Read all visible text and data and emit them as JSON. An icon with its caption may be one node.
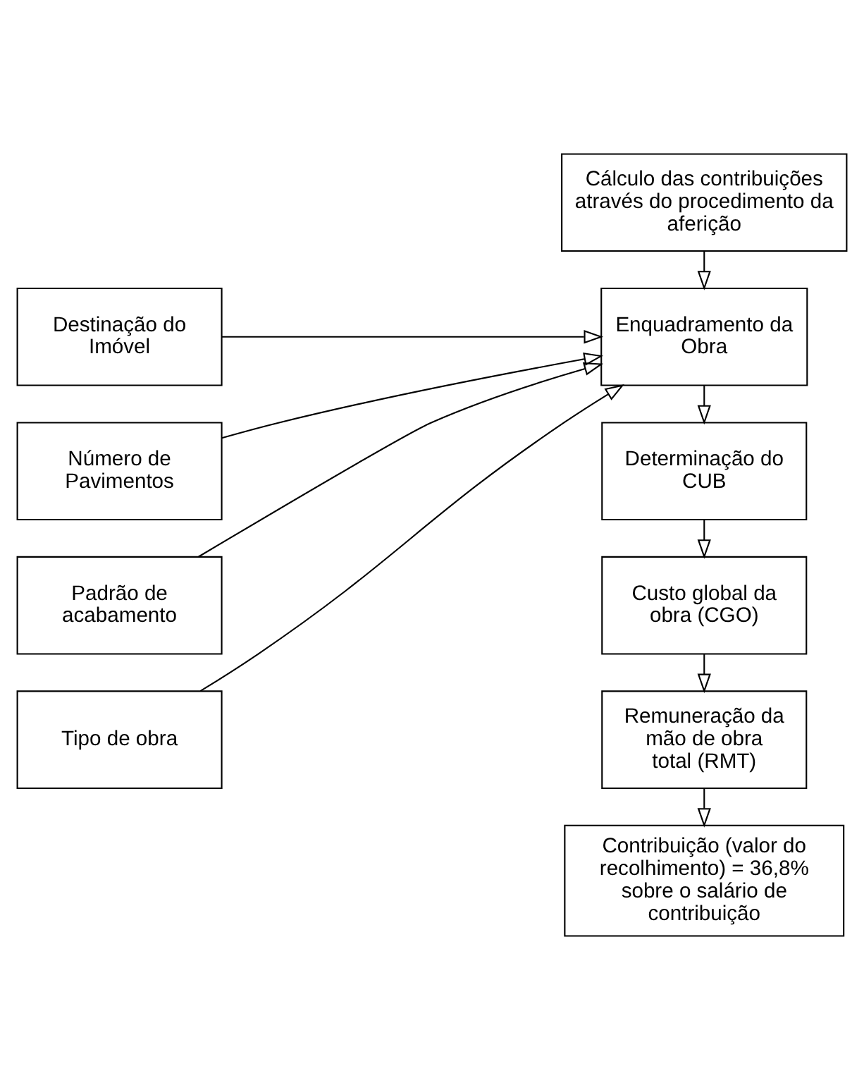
{
  "diagram": {
    "nodes": [
      {
        "text": [
          "Cálculo das contribuições através do procedimento da aferição"
        ]
      },
      {
        "text": [
          "Enquadramento da Obra"
        ]
      },
      {
        "text": [
          "Determinação do CUB"
        ]
      },
      {
        "text": [
          "Custo global da obra (CGO)"
        ]
      },
      {
        "text": [
          "Remuneração da mão de obra total (RMT)"
        ]
      },
      {
        "text": [
          "Contribuição (valor do recolhimento) = 36,8% sobre o salário de contribuição"
        ]
      },
      {
        "text": [
          "Destinação do Imóvel"
        ]
      },
      {
        "text": [
          "Número de Pavimentos"
        ]
      },
      {
        "text": [
          "Padrão de acabamento"
        ]
      },
      {
        "text": [
          "Tipo de obra"
        ]
      }
    ],
    "edges": [
      {
        "from": 0,
        "to": 1,
        "arrow": "to"
      },
      {
        "from": 1,
        "to": 2,
        "arrow": "to"
      },
      {
        "from": 2,
        "to": 3,
        "arrow": "to"
      },
      {
        "from": 3,
        "to": 4,
        "arrow": "to"
      },
      {
        "from": 4,
        "to": 5,
        "arrow": "to"
      },
      {
        "from": 6,
        "to": 1,
        "arrow": "to"
      },
      {
        "from": 7,
        "to": 1,
        "arrow": "to"
      },
      {
        "from": 8,
        "to": 1,
        "arrow": "to"
      },
      {
        "from": 9,
        "to": 1,
        "arrow": "to"
      }
    ]
  }
}
